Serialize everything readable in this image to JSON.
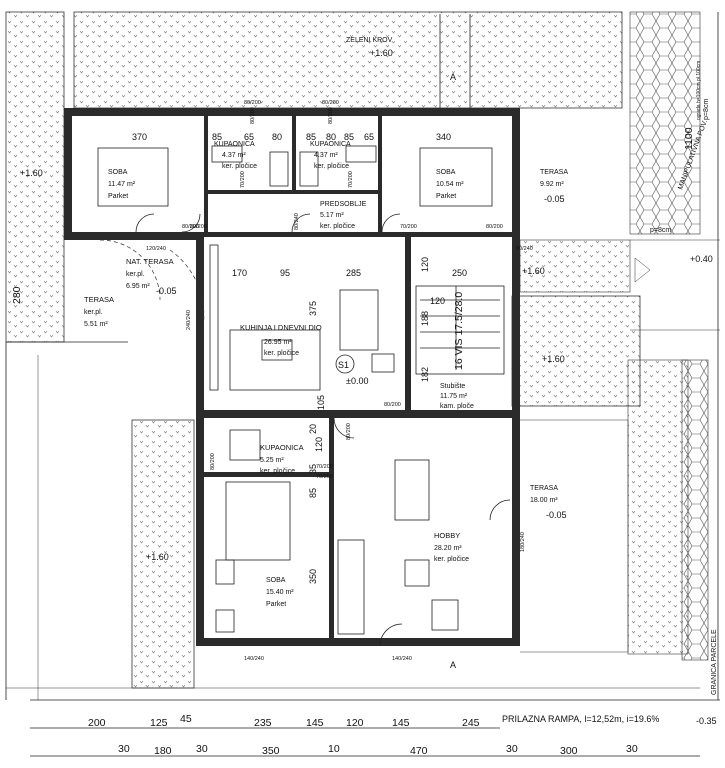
{
  "rooms": {
    "soba1": {
      "name": "SOBA",
      "area": "11.47 m²",
      "floor": "Parket"
    },
    "kup1": {
      "name": "KUPAONICA",
      "area": "4.37 m²",
      "floor": "ker. pločice"
    },
    "kup2": {
      "name": "KUPAONICA",
      "area": "4.37 m²",
      "floor": "ker. pločice"
    },
    "soba2": {
      "name": "SOBA",
      "area": "10.54 m²",
      "floor": "Parket"
    },
    "terasa1": {
      "name": "TERASA",
      "area": "9.92 m²",
      "level": "-0.05"
    },
    "predsoblje": {
      "name": "PREDSOBLJE",
      "area": "5.17 m²",
      "floor": "ker. pločice"
    },
    "nat_terasa": {
      "name": "NAT. TERASA",
      "floor": "ker.pl.",
      "area": "6.95 m²",
      "level": "-0.05"
    },
    "terasa2": {
      "name": "TERASA",
      "floor": "ker.pl.",
      "area": "5.51 m²"
    },
    "kuhinja": {
      "name": "KUHINJA I DNEVNI DIO",
      "area": "26.95 m²",
      "floor": "ker. pločice"
    },
    "stubiste": {
      "name": "Stubište",
      "area": "11.75 m²",
      "floor": "kam. ploče"
    },
    "kup3": {
      "name": "KUPAONICA",
      "area": "5.25 m²",
      "floor": "ker. pločice"
    },
    "hobby": {
      "name": "HOBBY",
      "area": "28.20 m²",
      "floor": "ker. pločice"
    },
    "terasa3": {
      "name": "TERASA",
      "area": "18.00 m²",
      "level": "-0.05"
    },
    "soba3": {
      "name": "SOBA",
      "area": "15.40 m²",
      "floor": "Parket"
    }
  },
  "roof": {
    "name": "ZELENI KROV",
    "level": "+1.60"
  },
  "levels": {
    "left_top": "+1.60",
    "left_bottom": "+1.60",
    "right_mid": "+1.60",
    "right_mid2": "+1.60",
    "ramp_top": "+0.40",
    "center": "±0.00",
    "ramp_end": "-0.35"
  },
  "labels": {
    "s1": "S1",
    "section_a": "A",
    "stairs": "16 VIS 17.5/28.0",
    "ramp": "PRILAZNA RAMPA, l=12,52m, i=19.6%",
    "granica": "GRANICA PARCELE",
    "manip": "MANIPULATIVNA POV.",
    "p8": "p=8cm",
    "p8b": "p=8cm",
    "side_note": "ograda h=100cm pl.100cm"
  },
  "inner_dims": {
    "d370": "370",
    "d340": "340",
    "d85a": "85",
    "d65a": "65",
    "d80a": "80",
    "d85b": "85",
    "d80b": "80",
    "d85c": "85",
    "d65b": "65",
    "d170": "170",
    "d95": "95",
    "d285": "285",
    "d120a": "120",
    "d250": "250",
    "d120b": "120",
    "d188": "188",
    "d375": "375",
    "d182": "182",
    "d105": "105",
    "d350": "350",
    "d120c": "120",
    "d280": "280",
    "d1100": "1100",
    "d85d": "85",
    "d20": "20",
    "d35": "35"
  },
  "openings": {
    "o1": "80/200",
    "o2": "80/200",
    "o3": "70/200",
    "o4": "80/200",
    "o5": "80/200",
    "o6": "70/200",
    "o7": "80/200",
    "o8": "80/200",
    "o9": "80/240",
    "o10": "120/240",
    "o11": "240/240",
    "o12": "80/240",
    "o13": "80/200",
    "o14": "80/200",
    "o15": "70/200",
    "o16": "70/200",
    "o17": "180/240",
    "o18": "140/240",
    "o19": "140/240",
    "o20": "80/200",
    "o21": "80/200",
    "o22": "70/200"
  },
  "bottom_dims": {
    "row1": [
      "200",
      "125",
      "45",
      "235",
      "145",
      "120",
      "145",
      "245"
    ],
    "row2": [
      "30",
      "180",
      "30",
      "350",
      "10",
      "470",
      "30",
      "300",
      "30"
    ]
  }
}
